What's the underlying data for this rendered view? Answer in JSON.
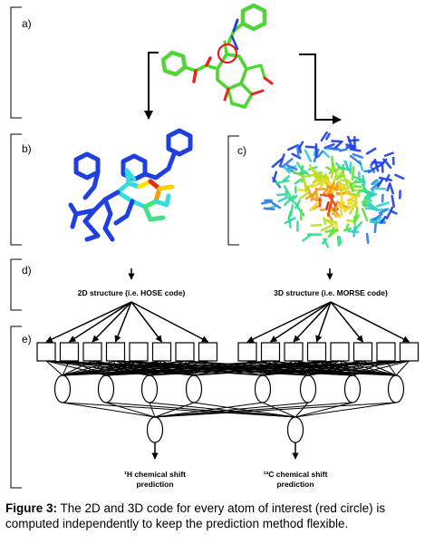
{
  "panels": {
    "a": "a)",
    "b": "b)",
    "c": "c)",
    "d": "d)",
    "e": "e)"
  },
  "codes": {
    "left": "2D structure (i.e. HOSE code)",
    "right": "3D structure (i.e. MORSE code)"
  },
  "outputs": {
    "h_line1": "¹H chemical shift",
    "h_line2": "prediction",
    "c_line1": "¹³C chemical shift",
    "c_line2": "prediction"
  },
  "caption": {
    "label": "Figure 3:",
    "text": " The 2D and 3D code for every atom of interest (red circle) is computed independently to keep the prediction method flexible."
  },
  "network": {
    "input_nodes_per_group": 8,
    "hidden_nodes_per_group": 4,
    "output_nodes": 2
  },
  "colors": {
    "atom_of_interest_circle": "#e02020",
    "molecule_green": "#44dd22",
    "heat_low": "#1f3fe0",
    "heat_mid": "#33dddd",
    "heat_high": "#e03010"
  }
}
